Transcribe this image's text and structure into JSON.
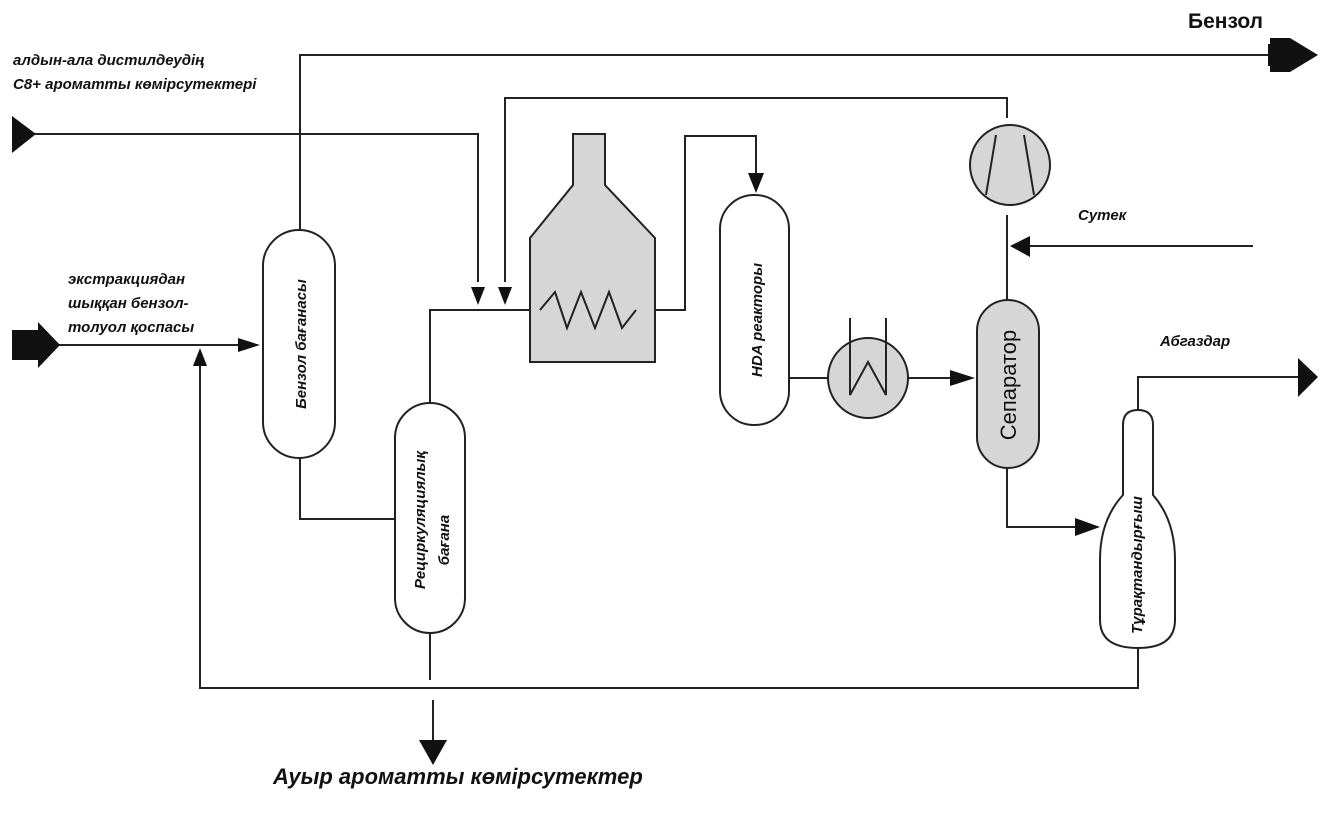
{
  "labels": {
    "product_benzene": "Бензол",
    "feed_c8_line1": "алдын-ала дистилдеудің",
    "feed_c8_line2": "С8+ ароматты көмірсутектері",
    "feed_extract_line1": "экстракциядан",
    "feed_extract_line2": "шыққан бензол-",
    "feed_extract_line3": "толуол қоспасы",
    "hydrogen": "Сутек",
    "offgas": "Абгаздар",
    "heavy_aromatics": "Ауыр ароматты көмірсутектер"
  },
  "equipment": {
    "benzene_column": "Бензол бағанасы",
    "recycle_column_line1": "Рециркуляциялық",
    "recycle_column_line2": "бағана",
    "hda_reactor": "HDA реакторы",
    "separator": "Сепаратор",
    "stabilizer": "Тұрақтандырғыш"
  },
  "icons": [
    "furnace-icon",
    "compressor-icon",
    "heat-exchanger-icon"
  ],
  "colors": {
    "line": "#222222",
    "equipment_fill": "#d6d6d6"
  }
}
